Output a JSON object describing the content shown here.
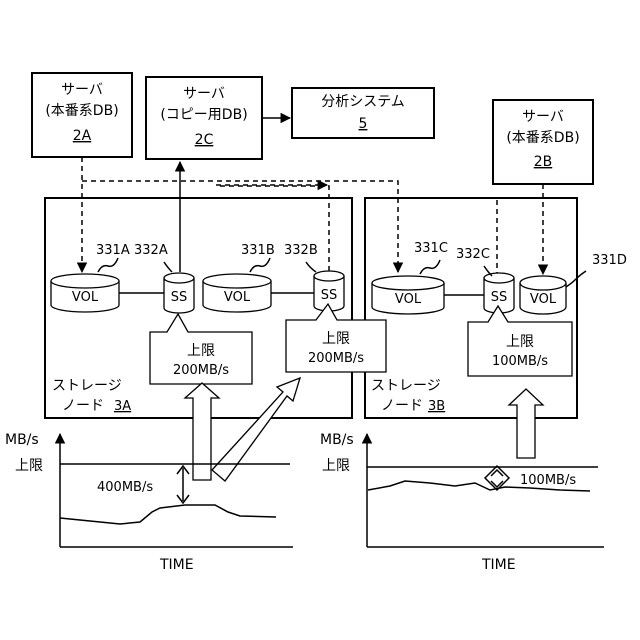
{
  "servers": {
    "prod_a": {
      "title": "サーバ",
      "subtitle": "(本番系DB)",
      "id": "2A"
    },
    "copy_c": {
      "title": "サーバ",
      "subtitle": "(コピー用DB)",
      "id": "2C"
    },
    "prod_b": {
      "title": "サーバ",
      "subtitle": "(本番系DB)",
      "id": "2B"
    }
  },
  "analysis": {
    "title": "分析システム",
    "id": "5"
  },
  "storage_a": {
    "label1": "ストレージ",
    "label2": "ノード",
    "id": "3A"
  },
  "storage_b": {
    "label1": "ストレージ",
    "label2": "ノード",
    "id": "3B"
  },
  "volumes": {
    "v331a": {
      "text": "VOL",
      "ref": "331A"
    },
    "v331b": {
      "text": "VOL",
      "ref": "331B"
    },
    "v331c": {
      "text": "VOL",
      "ref": "331C"
    },
    "v331d": {
      "text": "VOL",
      "ref": "331D"
    }
  },
  "snapshots": {
    "s332a": {
      "text": "SS",
      "ref": "332A"
    },
    "s332b": {
      "text": "SS",
      "ref": "332B"
    },
    "s332c": {
      "text": "SS",
      "ref": "332C"
    }
  },
  "callouts": {
    "c1": {
      "title": "上限",
      "value": "200MB/s"
    },
    "c2": {
      "title": "上限",
      "value": "200MB/s"
    },
    "c3": {
      "title": "上限",
      "value": "100MB/s"
    }
  },
  "graph_a": {
    "ylabel": "MB/s",
    "limit_label": "上限",
    "xlabel": "TIME",
    "value": "400MB/s"
  },
  "graph_b": {
    "ylabel": "MB/s",
    "limit_label": "上限",
    "xlabel": "TIME",
    "value": "100MB/s"
  }
}
